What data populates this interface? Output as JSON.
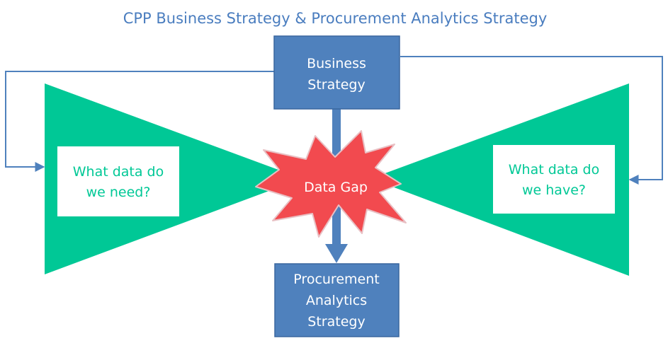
{
  "title": "CPP Business Strategy & Procurement Analytics Strategy",
  "boxes": {
    "business_strategy": [
      "Business",
      "Strategy"
    ],
    "procurement_analytics_strategy": [
      "Procurement",
      "Analytics",
      "Strategy"
    ]
  },
  "questions": {
    "need": [
      "What data do",
      "we need?"
    ],
    "have": [
      "What data do",
      "we have?"
    ]
  },
  "gap_label": "Data Gap",
  "colors": {
    "title": "#4a7dbf",
    "box_fill": "#4f81bd",
    "box_stroke": "#3a679f",
    "box_text": "#ffffff",
    "funnel": "#00c896",
    "question_text": "#00c896",
    "star_fill": "#f24a4f",
    "star_stroke": "#e8c0c4",
    "connector": "#4f81bd"
  }
}
